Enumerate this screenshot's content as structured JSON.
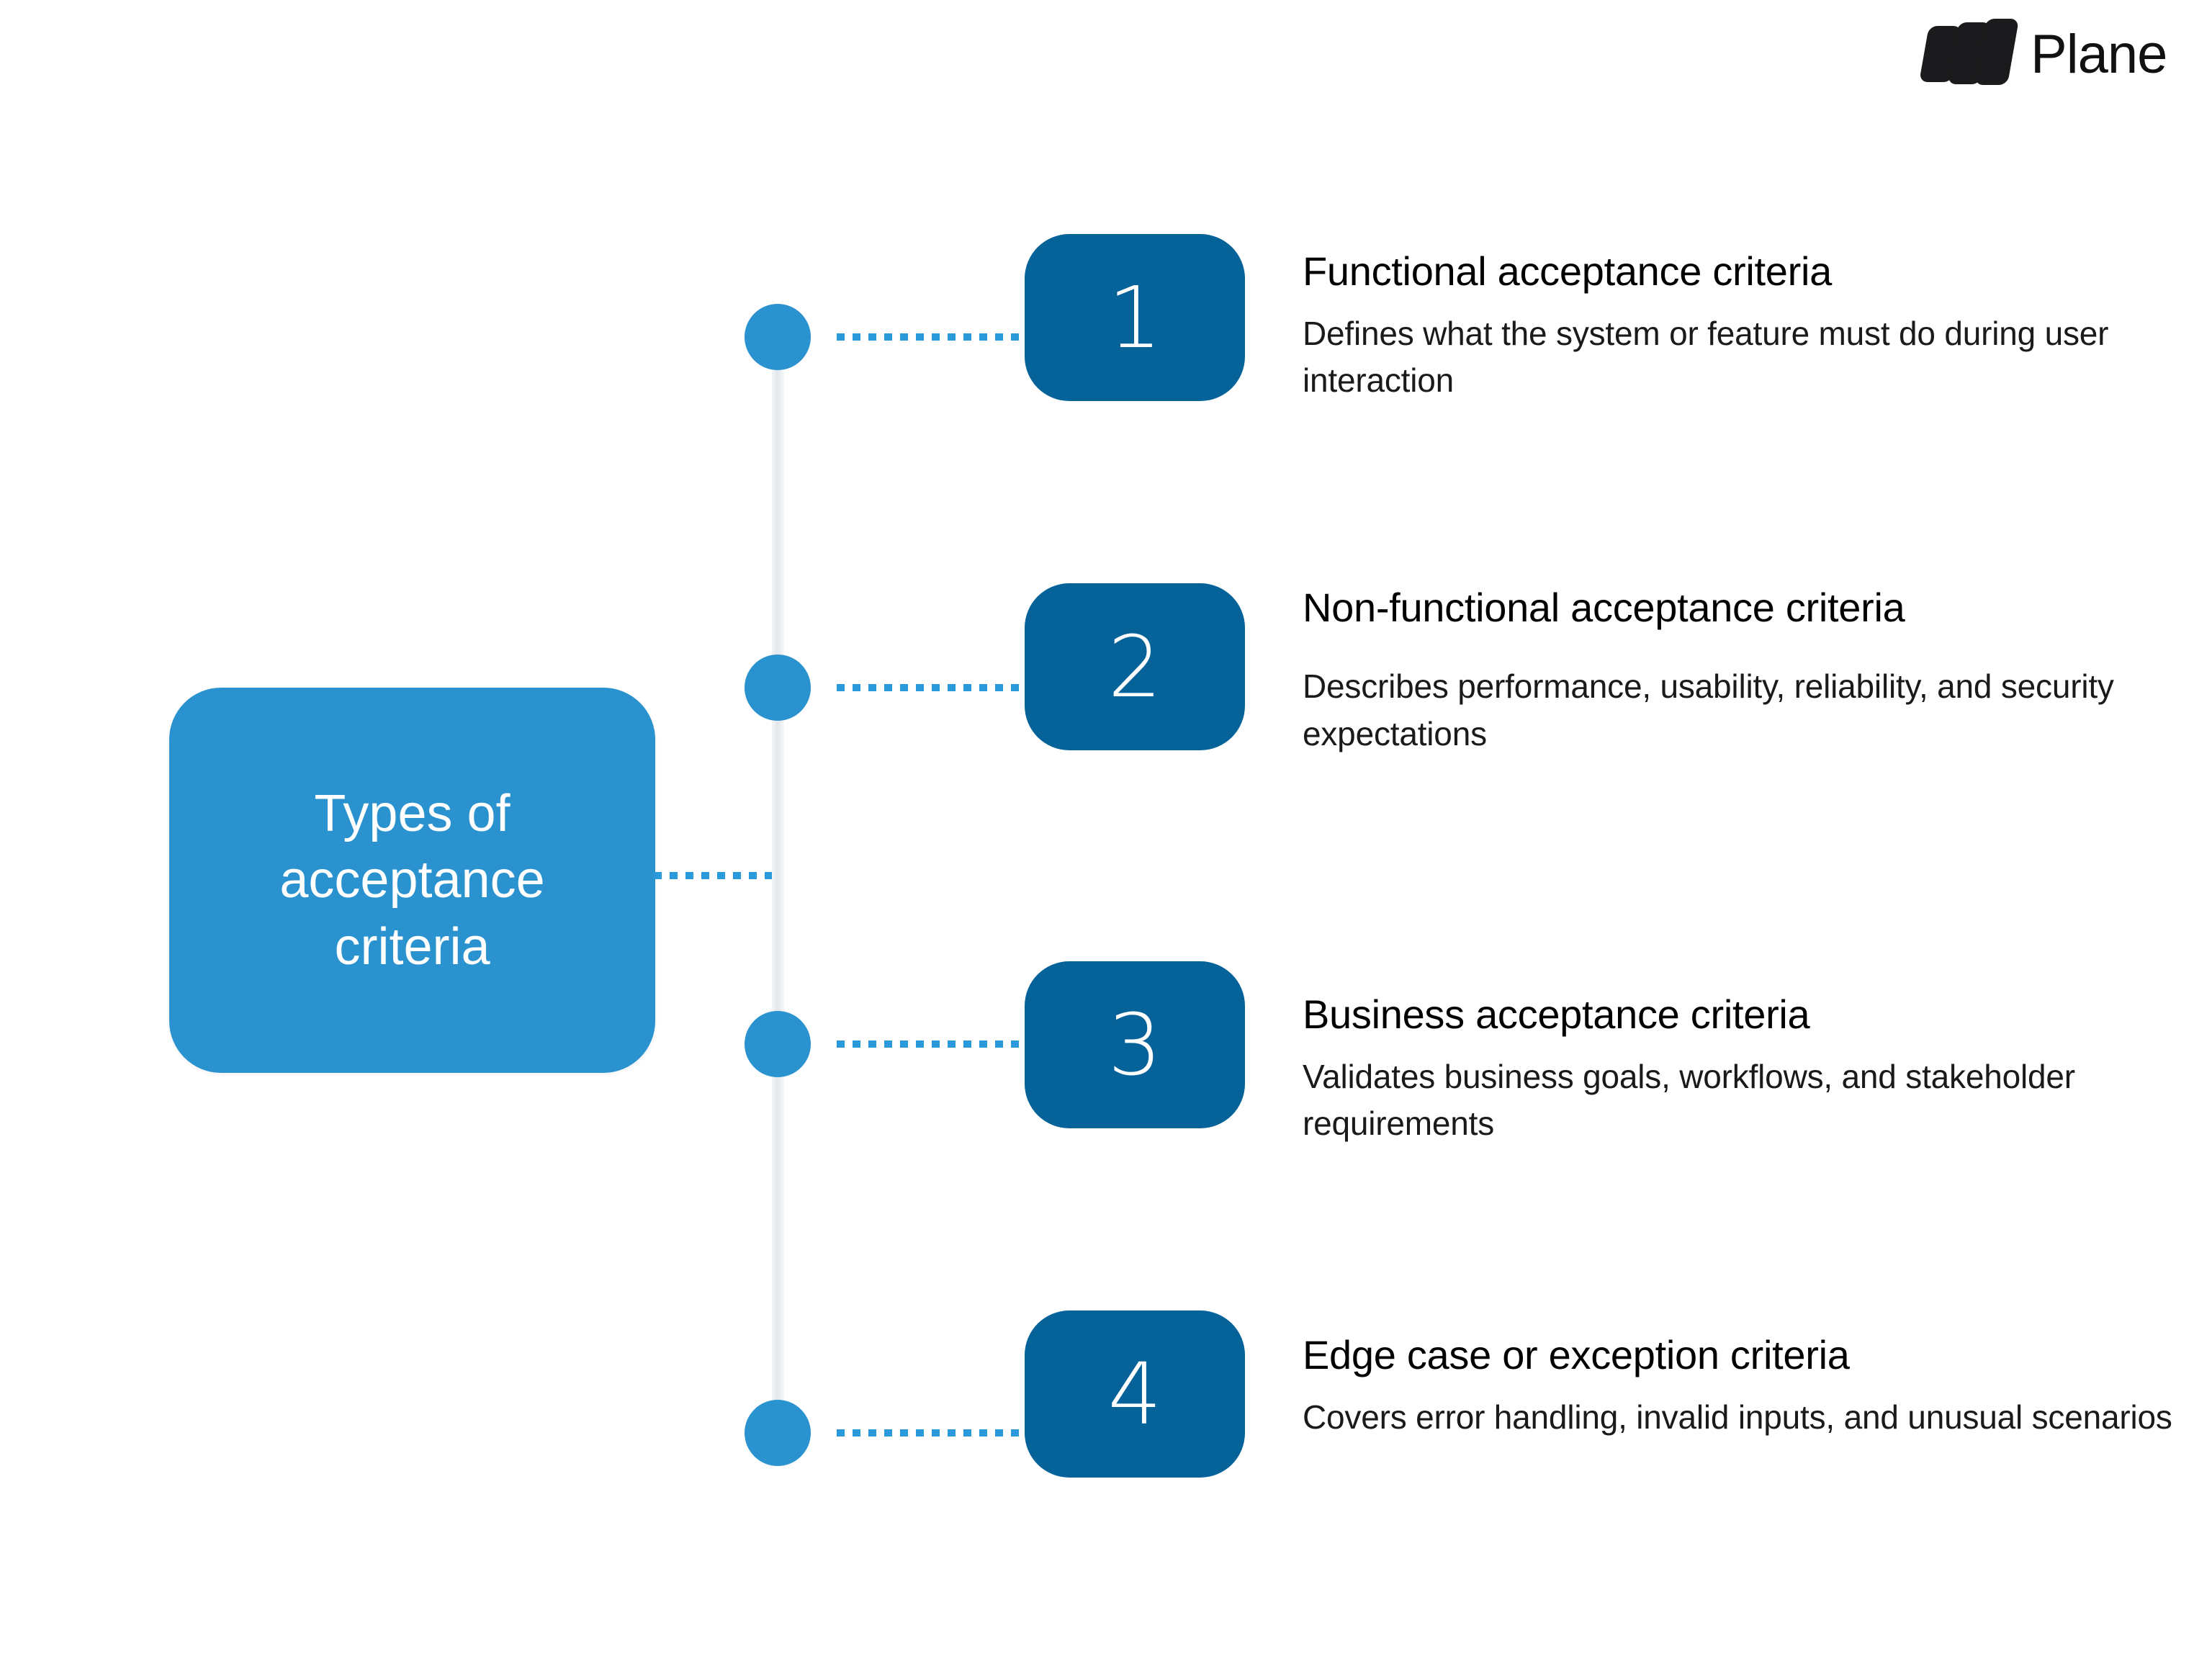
{
  "brand": {
    "logo_icon": "plane-logo-mark",
    "name": "Plane"
  },
  "title_card": {
    "text": "Types of\nacceptance\ncriteria",
    "background_color": "#2a93cf",
    "text_color": "#ffffff"
  },
  "colors": {
    "accent_light_blue": "#2a93cf",
    "accent_dark_blue": "#06639a",
    "connector_dot_blue": "#2a9ada",
    "spine_gray": "#e3e6ea",
    "heading_black": "#000000",
    "body_text": "#1a1a1a",
    "background": "#ffffff"
  },
  "items": [
    {
      "number": "1",
      "heading": "Functional acceptance criteria",
      "description": "Defines what the system or feature must do during user interaction"
    },
    {
      "number": "2",
      "heading": "Non-functional acceptance criteria",
      "description": "Describes performance, usability, reliability, and security expectations"
    },
    {
      "number": "3",
      "heading": "Business acceptance criteria",
      "description": "Validates business goals, workflows, and stakeholder requirements"
    },
    {
      "number": "4",
      "heading": "Edge case or exception criteria",
      "description": "Covers error handling, invalid inputs, and unusual scenarios"
    }
  ]
}
